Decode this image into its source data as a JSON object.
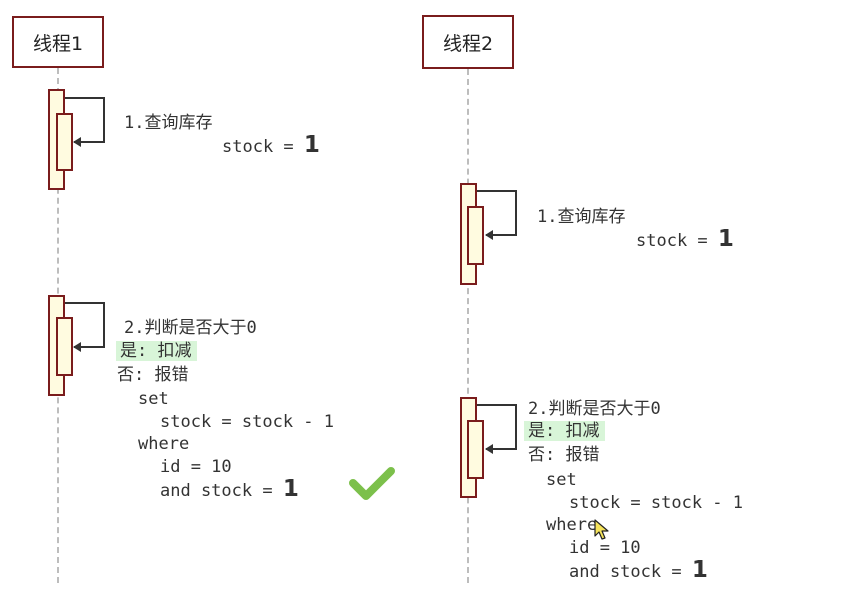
{
  "colors": {
    "frame": "#7a1c1c",
    "activation_fill": "#fffbe0",
    "lifeline": "#bdbdbd",
    "highlight": "#d8f5d8",
    "check": "#7cc04b",
    "text": "#333333"
  },
  "threads": [
    {
      "name": "线程1",
      "step1": {
        "title": "1.查询库存",
        "stock_label": "stock = ",
        "stock_value": "1"
      },
      "step2": {
        "title": "2.判断是否大于0",
        "yes": "是: 扣减",
        "no": "否: 报错",
        "sql_set": "set",
        "sql_stock": "stock = stock - 1",
        "sql_where": "where",
        "sql_id": "id = 10",
        "sql_and": "and stock = ",
        "sql_and_value": "1"
      }
    },
    {
      "name": "线程2",
      "step1": {
        "title": "1.查询库存",
        "stock_label": "stock = ",
        "stock_value": "1"
      },
      "step2": {
        "title": "2.判断是否大于0",
        "yes": "是: 扣减",
        "no": "否: 报错",
        "sql_set": "set",
        "sql_stock": "stock = stock - 1",
        "sql_where": "where",
        "sql_id": "id = 10",
        "sql_and": "and stock = ",
        "sql_and_value": "1"
      }
    }
  ],
  "icons": {
    "success": "check-icon",
    "cursor": "mouse-cursor-icon"
  }
}
